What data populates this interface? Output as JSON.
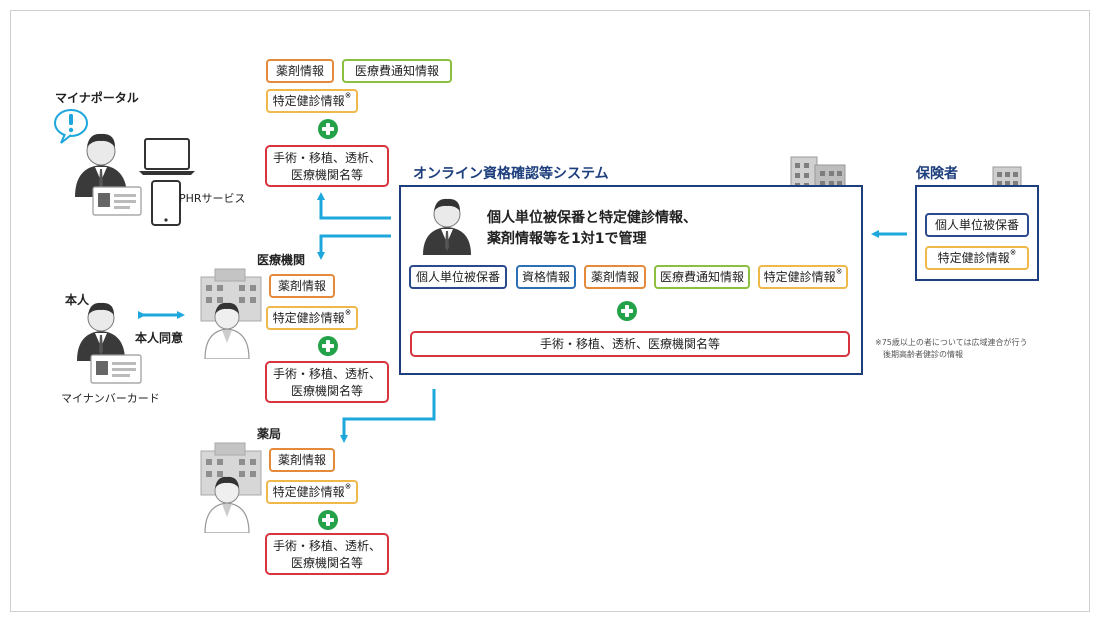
{
  "labels": {
    "myna_portal": "マイナポータル",
    "phr_service": "PHRサービス",
    "medical_institution": "医療機関",
    "person": "本人",
    "consent": "本人同意",
    "mynumber_card": "マイナンバーカード",
    "pharmacy": "薬局"
  },
  "top_group": {
    "drug_info": "薬剤情報",
    "medical_cost_notice": "医療費通知情報",
    "checkup_info": "特定健診情報",
    "note_mark": "※",
    "procedures": [
      "手術・移植、透析、",
      "医療機関名等"
    ]
  },
  "hospital_group": {
    "drug_info": "薬剤情報",
    "checkup_info": "特定健診情報",
    "note_mark": "※",
    "procedures": [
      "手術・移植、透析、",
      "医療機関名等"
    ]
  },
  "pharmacy_group": {
    "drug_info": "薬剤情報",
    "checkup_info": "特定健診情報",
    "note_mark": "※",
    "procedures": [
      "手術・移植、透析、",
      "医療機関名等"
    ]
  },
  "system": {
    "title": "オンライン資格確認等システム",
    "headline": [
      "個人単位被保番と特定健診情報、",
      "薬剤情報等を1対1で管理"
    ],
    "tags": [
      "個人単位被保番",
      "資格情報",
      "薬剤情報",
      "医療費通知情報",
      "特定健診情報"
    ],
    "note_mark": "※",
    "procedures": "手術・移植、透析、医療機関名等"
  },
  "insurer": {
    "title": "保険者",
    "tags": [
      "個人単位被保番",
      "特定健診情報"
    ],
    "note_mark": "※"
  },
  "footnote": [
    "※75歳以上の者については広域連合が行う",
    "後期高齢者健診の情報"
  ],
  "colors": {
    "navy": "#1e3f7d",
    "arrow": "#1ea7dc",
    "red": "#d7343f",
    "orange": "#e48a3a",
    "green": "#8cbf3f",
    "yellow": "#efb84a",
    "plus": "#23a24a"
  },
  "icons": [
    "person-icon",
    "speech-bubble-icon",
    "laptop-icon",
    "tablet-icon",
    "id-card-icon",
    "building-icon",
    "doctor-icon"
  ]
}
